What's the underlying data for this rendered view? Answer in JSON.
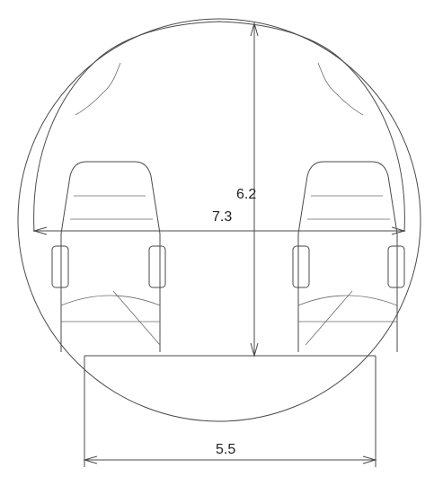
{
  "dimensions": {
    "height_label": "6.2",
    "width_label": "7.3",
    "base_label": "5.5"
  },
  "colors": {
    "line": "#4a4a4a",
    "background": "#ffffff"
  }
}
